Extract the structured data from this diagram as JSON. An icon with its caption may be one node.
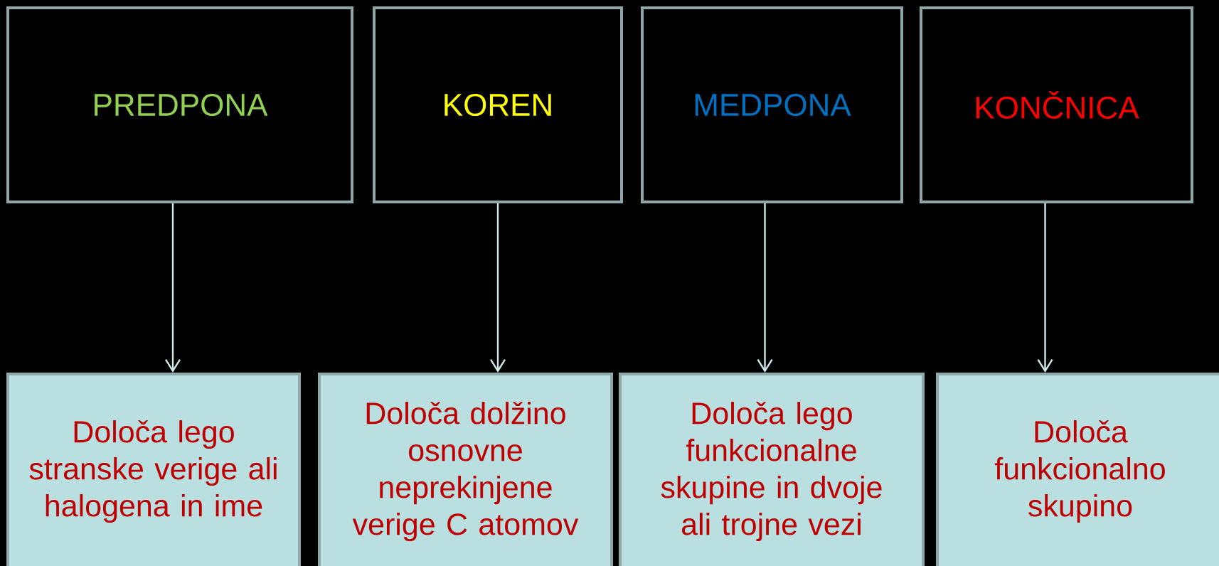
{
  "diagram": {
    "nodes": [
      {
        "text": [
          "PREDPONA"
        ]
      },
      {
        "text": [
          "KOREN"
        ]
      },
      {
        "text": [
          "MEDPONA"
        ]
      },
      {
        "text": [
          "KONČNICA"
        ]
      },
      {
        "text": [
          "Določa lego stranske verige ali halogena in ime"
        ]
      },
      {
        "text": [
          "Določa dolžino osnovne neprekinjene verige C atomov"
        ]
      },
      {
        "text": [
          "Določa lego funkcionalne skupine in dvoje ali trojne vezi"
        ]
      },
      {
        "text": [
          "Določa funkcionalno skupino"
        ]
      }
    ],
    "edges": [
      {
        "from": 0,
        "to": 4,
        "arrow": "to"
      },
      {
        "from": 1,
        "to": 5,
        "arrow": "to"
      },
      {
        "from": 2,
        "to": 6,
        "arrow": "to"
      },
      {
        "from": 3,
        "to": 7,
        "arrow": "to"
      }
    ]
  }
}
